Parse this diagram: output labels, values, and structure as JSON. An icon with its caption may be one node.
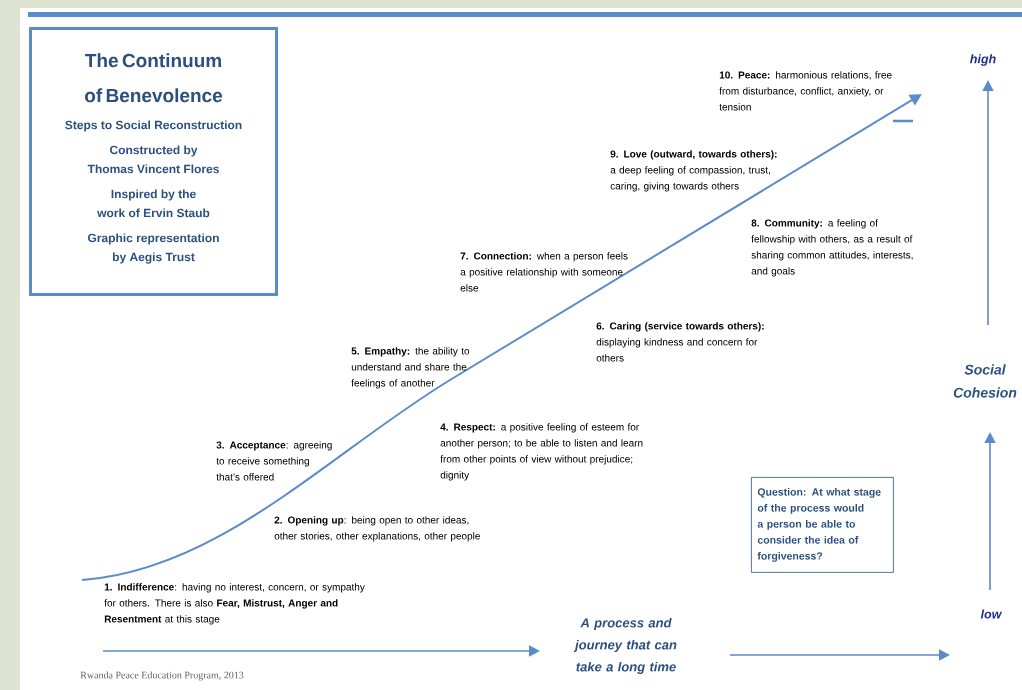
{
  "diagram": {
    "nodes": [
      {
        "text": [
          "The Continuum of Benevolence",
          "Steps to Social Reconstruction",
          "Constructed by Thomas Vincent Flores",
          "Inspired by the work of Ervin Staub",
          "Graphic representation by Aegis Trust"
        ]
      },
      {
        "text": [
          "Question: At what stage of the process would a person be able to consider the idea of forgiveness?"
        ]
      }
    ],
    "labels": [
      "**1. Indifference**: having no interest, concern, or sympathy for others. There is also **Fear, Mistrust, Anger and Resentment** at this stage",
      "**2. Opening up**: being open to other ideas, other stories, other explanations, other people",
      "**3. Acceptance**: agreeing to receive something that’s offered",
      "**4. Respect:** a positive feeling of esteem for another person; to be able to listen and learn from other points of view without prejudice; dignity",
      "**5. Empathy:** the ability to understand and share the feelings of another",
      "**6. Caring (service towards others):** displaying kindness and concern for others",
      "**7. Connection:** when a person feels a positive relationship with someone else",
      "**8. Community:** a feeling of fellowship with others, as a result of sharing common attitudes, interests, and goals",
      "**9. Love (outward, towards others):** a deep feeling of compassion, trust, caring, giving towards others",
      "**10. Peace:** harmonious relations, free from disturbance, conflict, anxiety, or tension",
      "high",
      "Social Cohesion",
      "low",
      "A process and journey that can take a long time",
      "Rwanda Peace Education Program, 2013"
    ]
  }
}
